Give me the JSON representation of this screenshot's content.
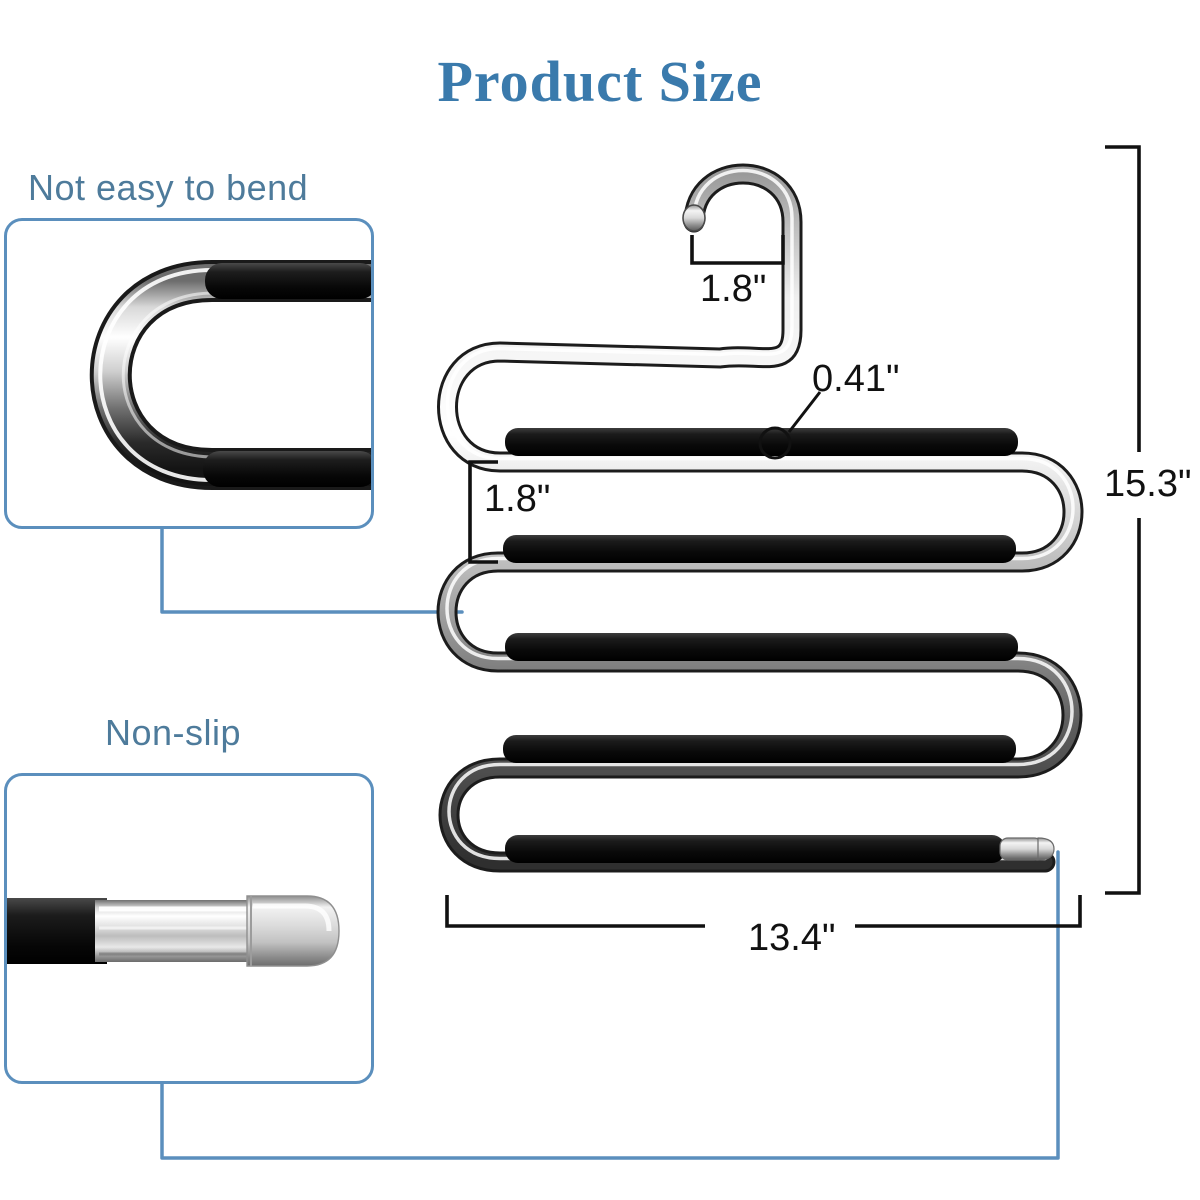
{
  "page": {
    "title": "Product Size",
    "background_color": "#ffffff",
    "accent_color": "#3a7aac",
    "border_color": "#5b8fbd",
    "label_color": "#4e7b9b",
    "dimension_color": "#111111"
  },
  "callouts": [
    {
      "id": "not-easy-to-bend",
      "label": "Not easy to bend",
      "detail_icon": "u-bend-tube-photo"
    },
    {
      "id": "non-slip",
      "label": "Non-slip",
      "detail_icon": "tube-end-cap-photo"
    }
  ],
  "dimensions": {
    "hook_opening": "1.8\"",
    "tube_thickness": "0.41\"",
    "tier_gap": "1.8\"",
    "total_height": "15.3\"",
    "total_width": "13.4\""
  },
  "product": {
    "icon": "s-shape-pants-hanger",
    "tiers": 5,
    "materials": [
      "stainless-steel-tube",
      "black-non-slip-foam",
      "chrome-end-cap"
    ]
  }
}
